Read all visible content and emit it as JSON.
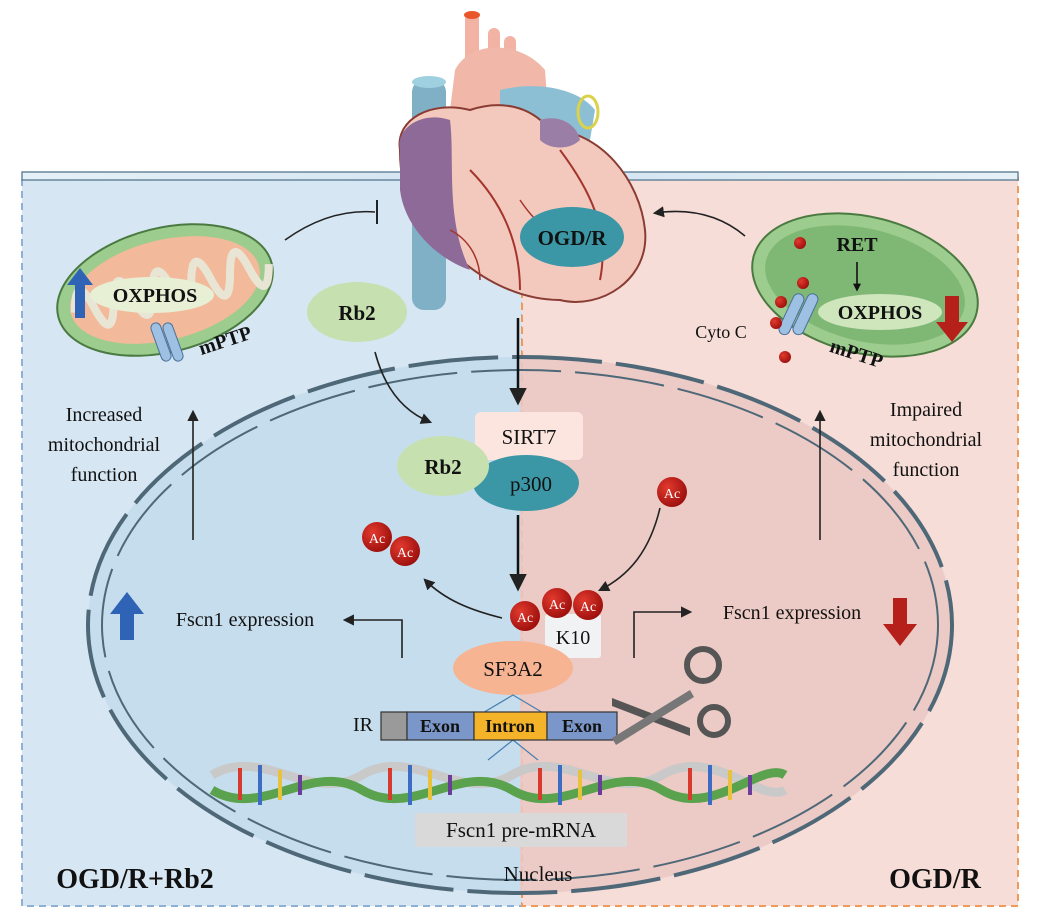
{
  "panels": {
    "left_label": "OGD/R+Rb2",
    "right_label": "OGD/R",
    "colors": {
      "left_bg": "#d6e6f2",
      "right_bg": "#f6ddd8",
      "left_border": "#8fb0d6",
      "right_border": "#ef9a5a"
    }
  },
  "heart": {
    "label": "OGD/R"
  },
  "mito_left": {
    "oxphos": "OXPHOS",
    "mptp": "mPTP",
    "arrow": "up"
  },
  "mito_right": {
    "ret": "RET",
    "oxphos": "OXPHOS",
    "mptp": "mPTP",
    "cyto": "Cyto C",
    "arrow": "down"
  },
  "rb2_outside": "Rb2",
  "complex": {
    "sirt7": "SIRT7",
    "rb2": "Rb2",
    "p300": "p300"
  },
  "acetyl": {
    "ac": "Ac",
    "k10": "K10",
    "sf3a2": "SF3A2"
  },
  "effects": {
    "left_function": [
      "Increased",
      "mitochondrial",
      "function"
    ],
    "right_function": [
      "Impaired",
      "mitochondrial",
      "function"
    ],
    "left_expr": "Fscn1 expression",
    "right_expr": "Fscn1 expression"
  },
  "mrna": {
    "ir": "IR",
    "exon1": "Exon",
    "intron": "Intron",
    "exon2": "Exon",
    "pre_mrna": "Fscn1 pre-mRNA"
  },
  "nucleus_label": "Nucleus",
  "icons": [
    "heart-icon",
    "mitochondrion-icon",
    "scissors-icon",
    "dna-helix-icon",
    "up-arrow-icon",
    "down-arrow-icon"
  ]
}
